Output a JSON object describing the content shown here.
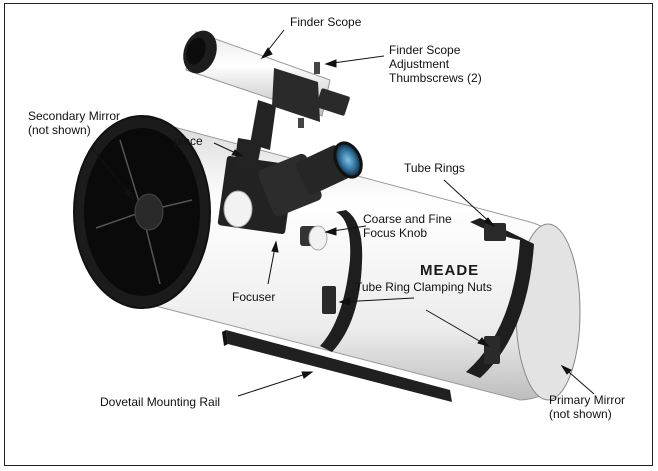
{
  "diagram": {
    "brand": "MEADE",
    "labels": {
      "finder_scope": "Finder Scope",
      "finder_adjust": [
        "Finder Scope",
        "Adjustment",
        "Thumbscrews (2)"
      ],
      "secondary_mirror": [
        "Secondary Mirror",
        "(not shown)"
      ],
      "eyepiece": "piece",
      "tube_rings": "Tube Rings",
      "focus_knob": [
        "Coarse and Fine",
        "Focus Knob"
      ],
      "focuser": "Focuser",
      "clamping_nuts": "Tube Ring Clamping Nuts",
      "dovetail": "Dovetail Mounting Rail",
      "primary_mirror": [
        "Primary Mirror",
        "(not shown)"
      ]
    },
    "colors": {
      "tube": "#f4f4f4",
      "ring": "#1e1e1e",
      "accent": "#111111"
    }
  }
}
